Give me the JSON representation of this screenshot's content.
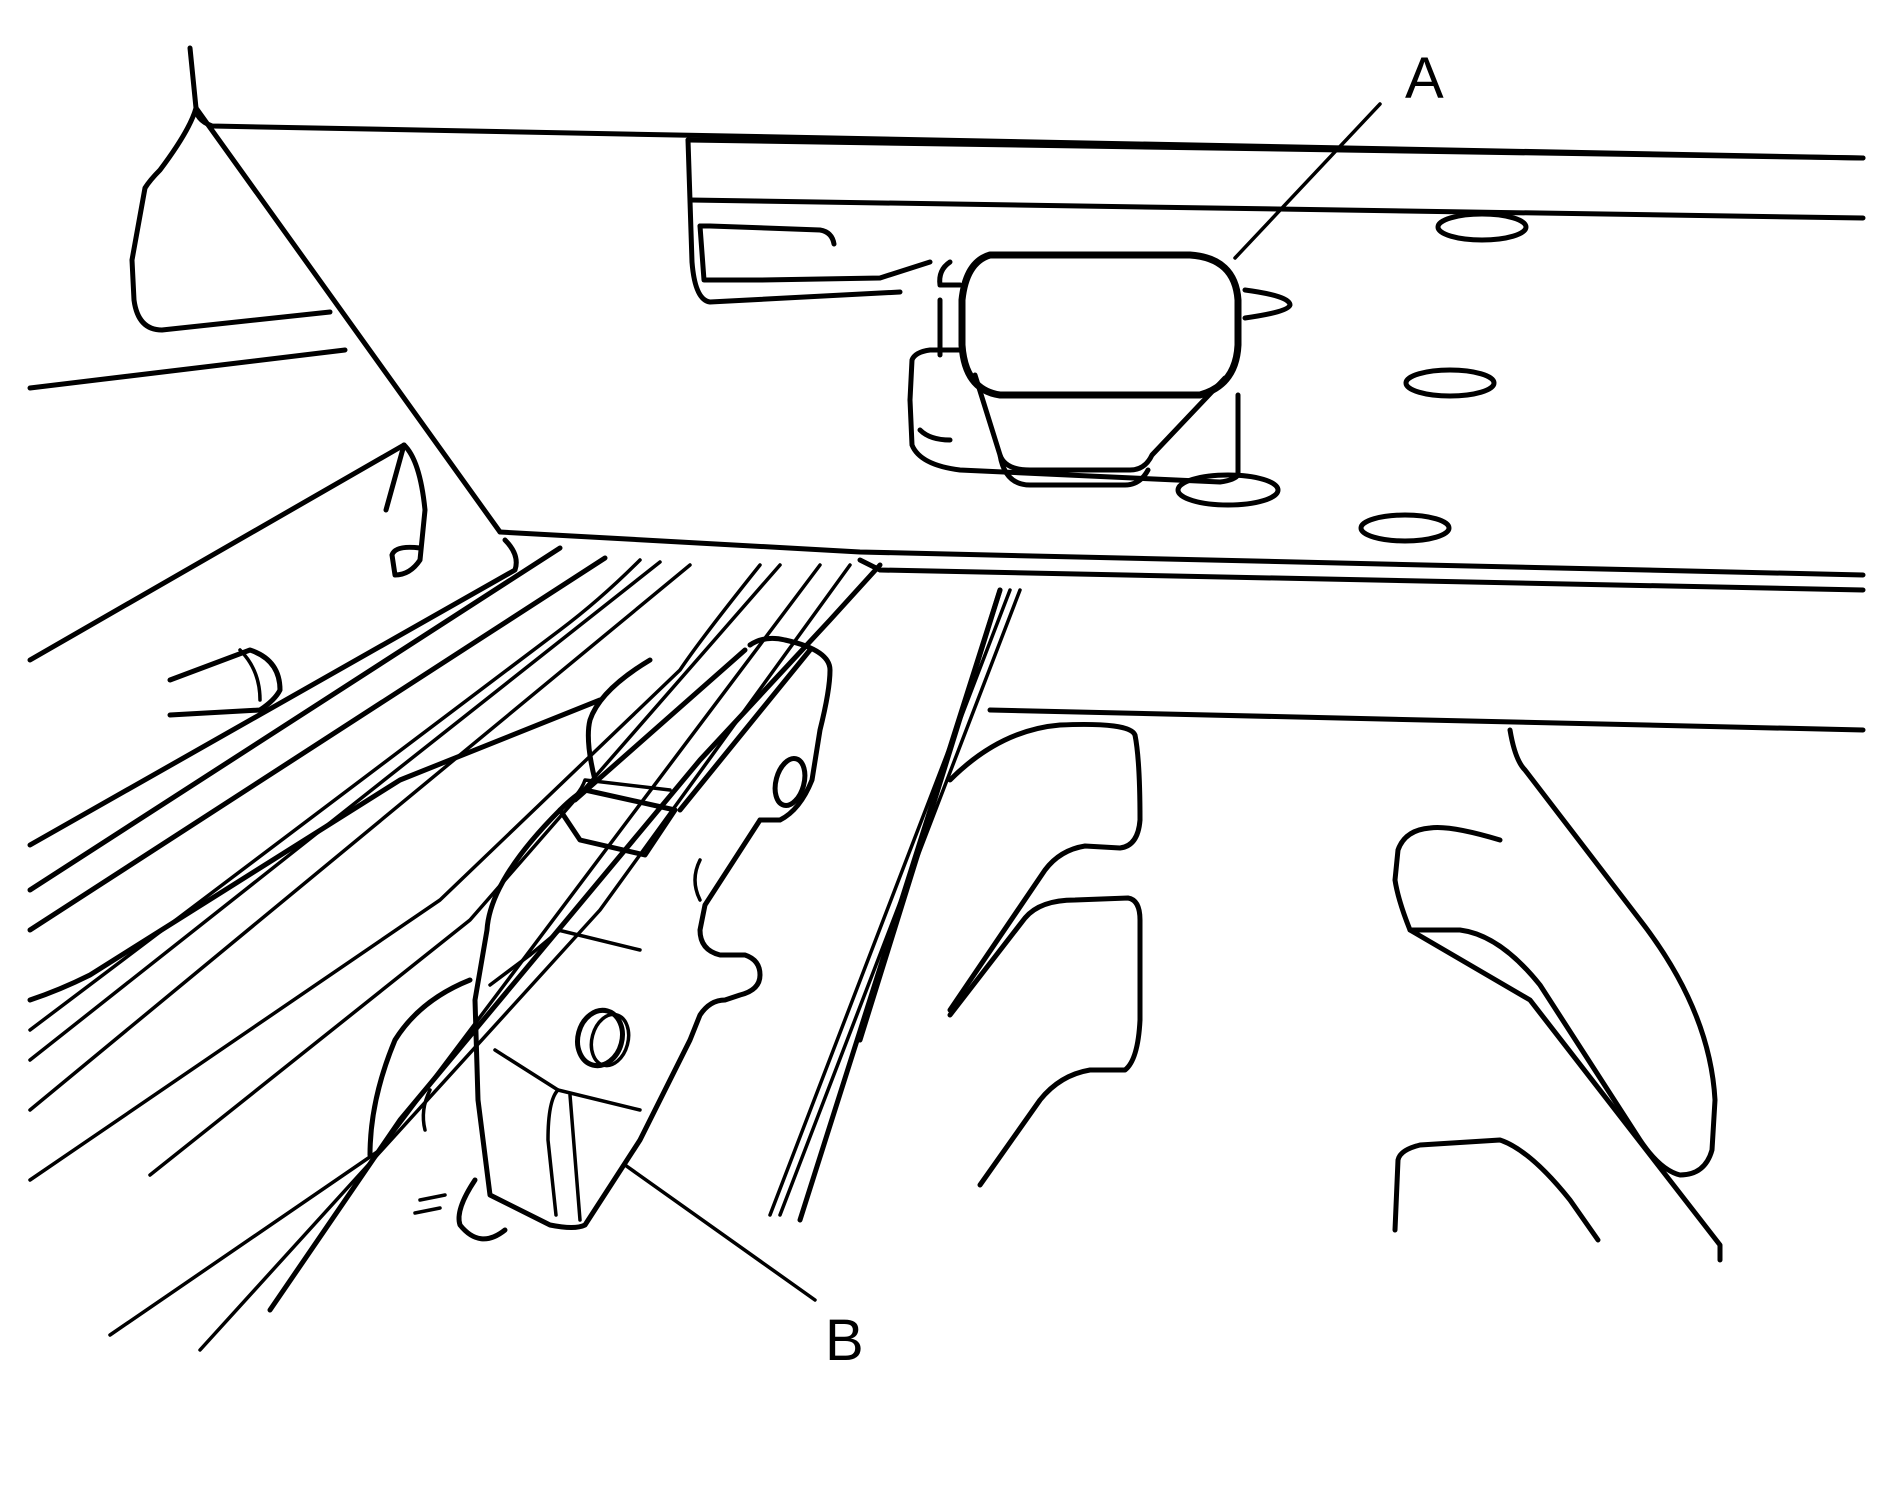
{
  "diagram": {
    "style": "black-and-white technical line drawing",
    "stroke_color": "#000000",
    "background_color": "#ffffff",
    "callouts": [
      {
        "id": "A",
        "label": "A",
        "target": "rectangular component mounted on upper rail"
      },
      {
        "id": "B",
        "label": "B",
        "target": "bracket/latch mounted on lower diagonal rail"
      }
    ]
  }
}
